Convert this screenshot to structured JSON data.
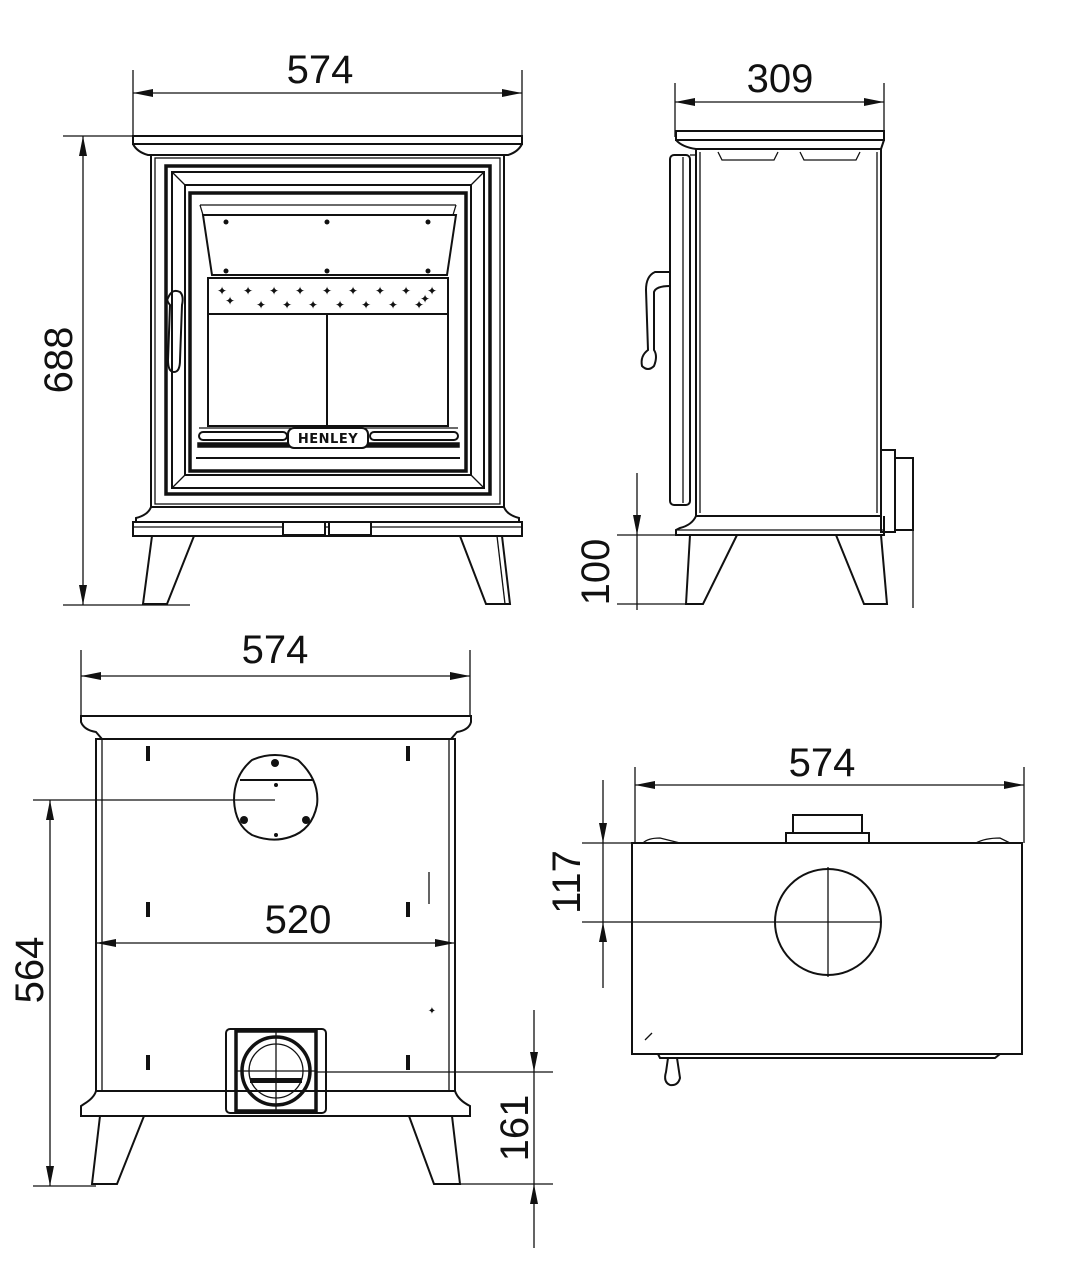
{
  "drawing": {
    "subject": "Stove technical drawing",
    "units": "mm",
    "brand_label": "HENLEY",
    "line_color": "#111111",
    "background_color": "#ffffff"
  },
  "views": {
    "front": {
      "name": "Front view",
      "dimensions": {
        "width": "574",
        "height": "688"
      }
    },
    "side": {
      "name": "Side view",
      "dimensions": {
        "depth": "309",
        "leg_height": "100"
      }
    },
    "rear": {
      "name": "Rear view",
      "dimensions": {
        "width": "574",
        "flue_center_height": "564",
        "inner_width": "520",
        "air_inlet_height": "161"
      }
    },
    "top": {
      "name": "Top view",
      "dimensions": {
        "width": "574",
        "flue_offset": "117"
      }
    }
  }
}
